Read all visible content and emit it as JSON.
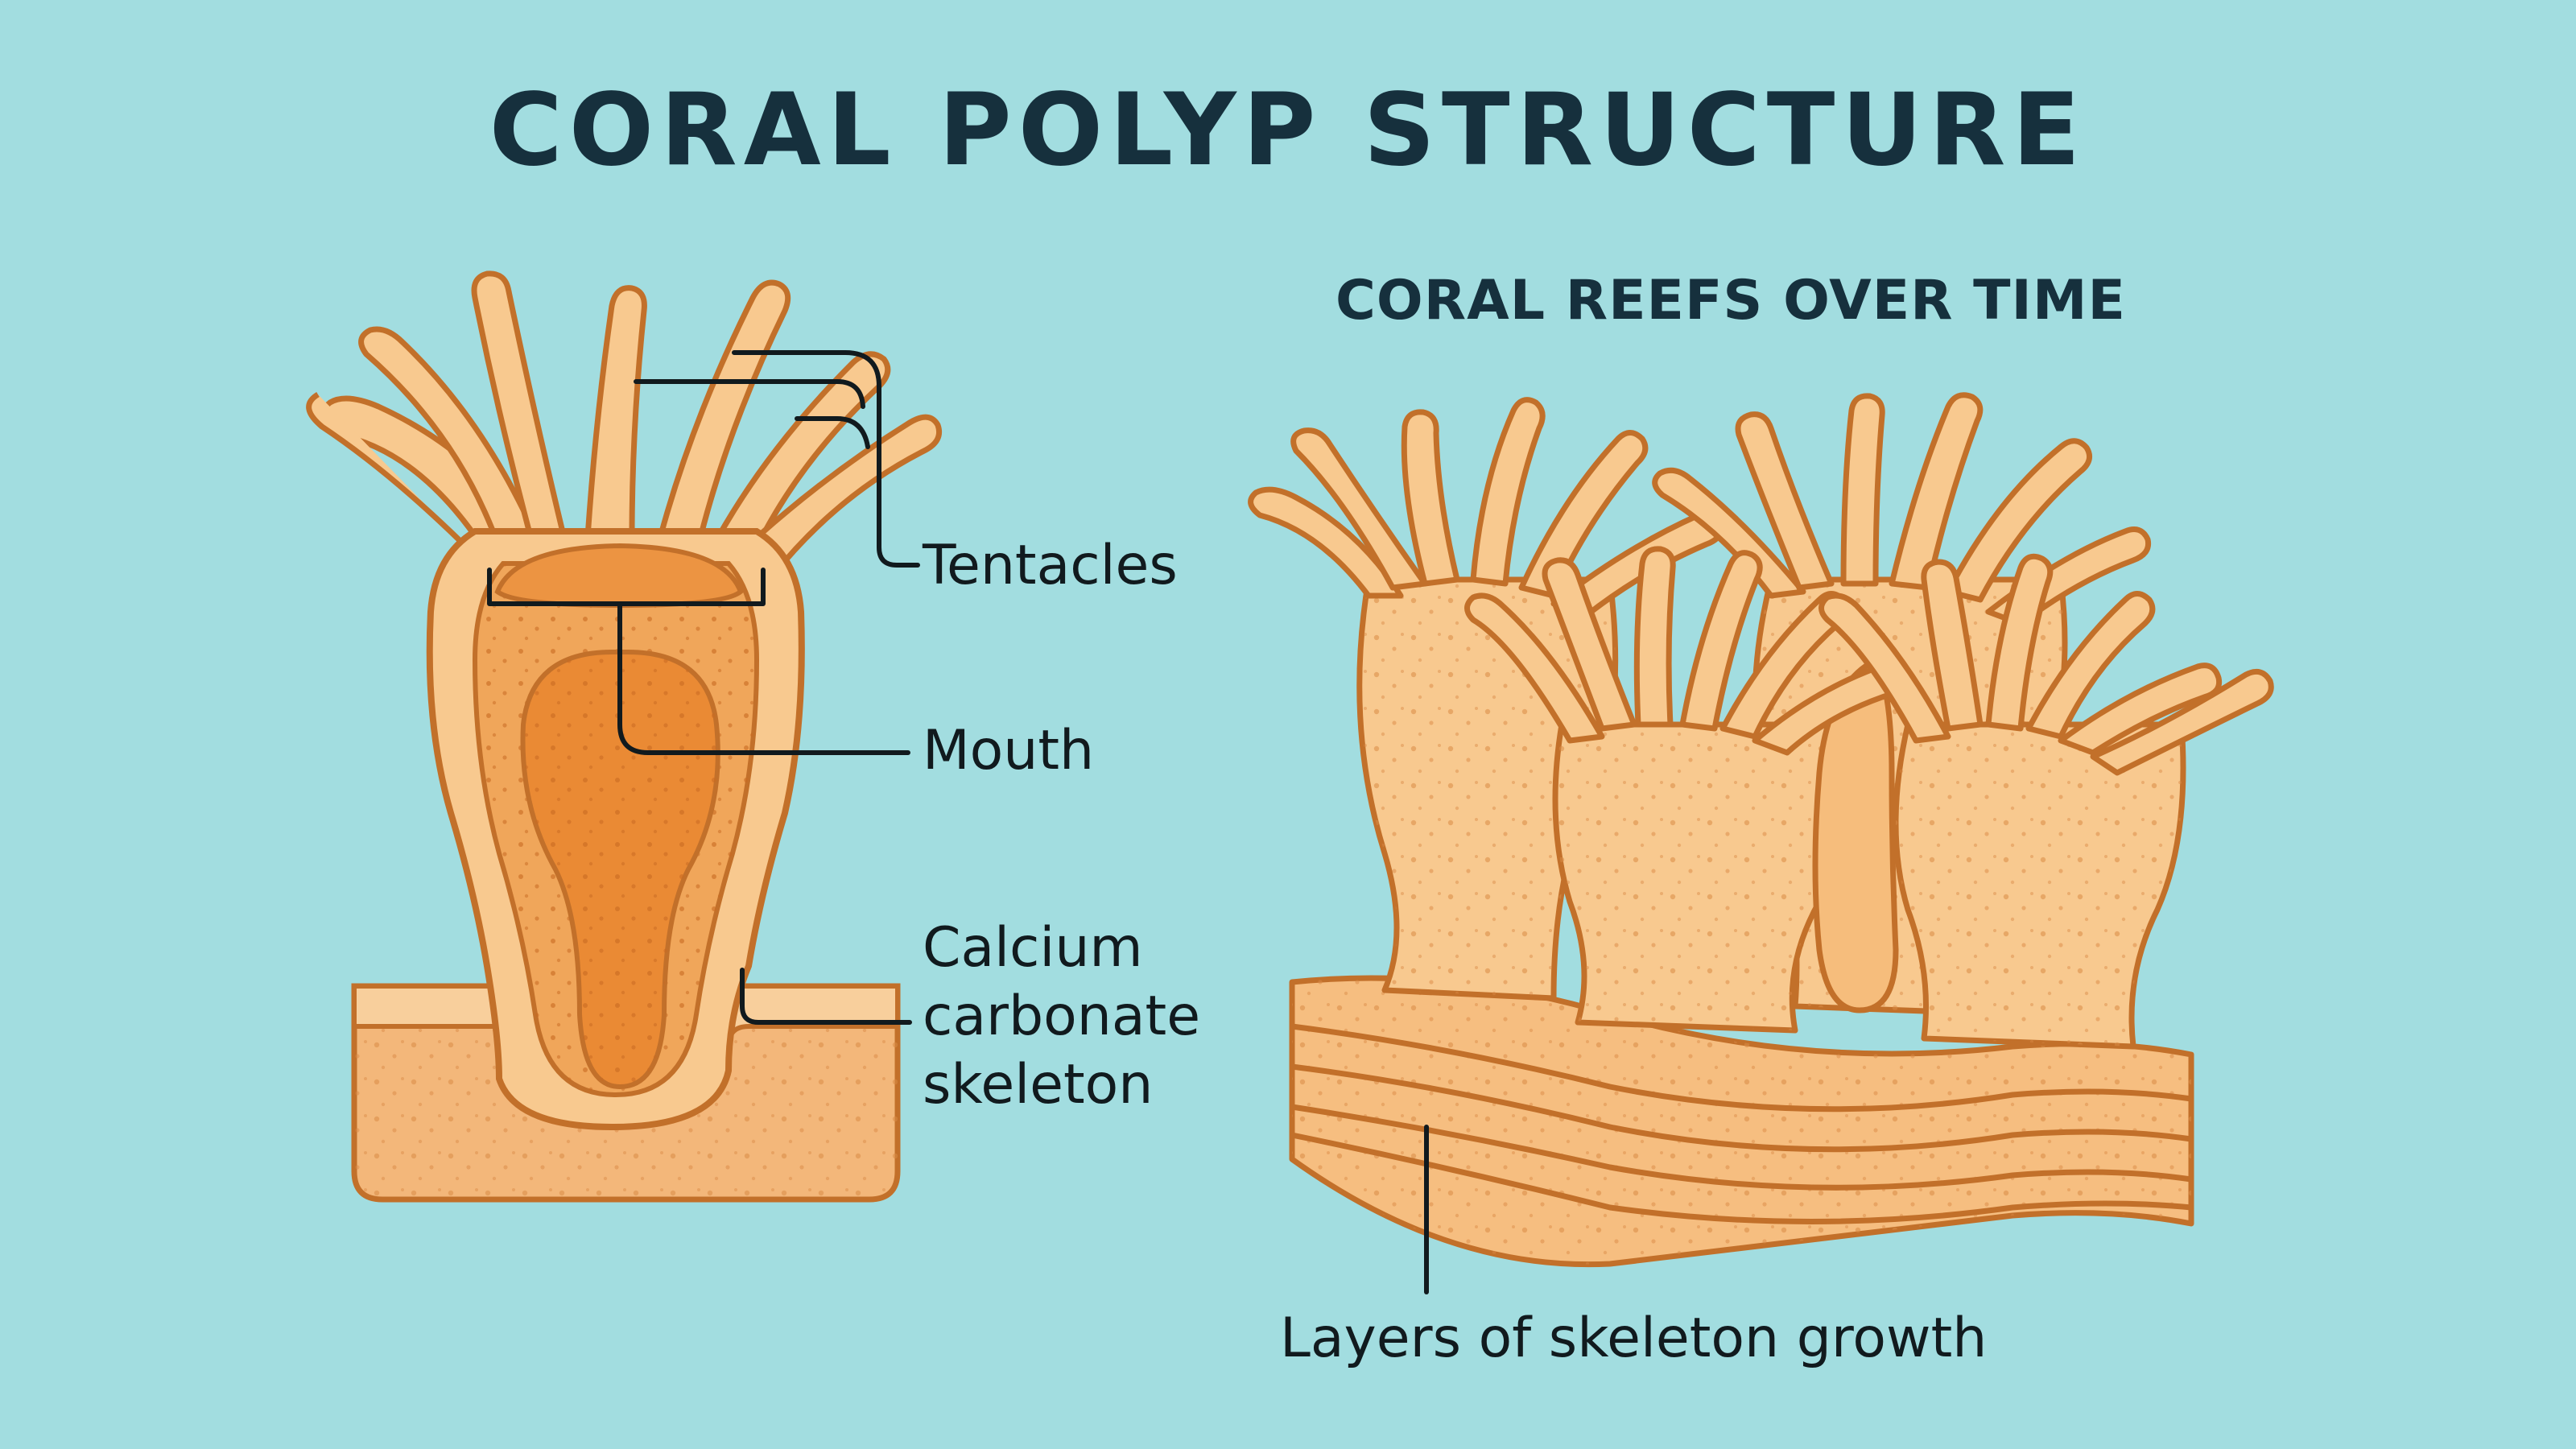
{
  "title": "CORAL POLYP STRUCTURE",
  "reef_title": "CORAL REEFS OVER TIME",
  "labels": {
    "tentacles": "Tentacles",
    "mouth": "Mouth",
    "skeleton_line1": "Calcium",
    "skeleton_line2": "carbonate",
    "skeleton_line3": "skeleton",
    "layers": "Layers of skeleton growth"
  },
  "colors": {
    "background": "#a2dde0",
    "tissue": "#f8c98f",
    "tissue_dark": "#f0a65a",
    "gut": "#ea8a34",
    "outline": "#c2702a",
    "title_text": "#16303d",
    "label_line": "#111a1e"
  }
}
